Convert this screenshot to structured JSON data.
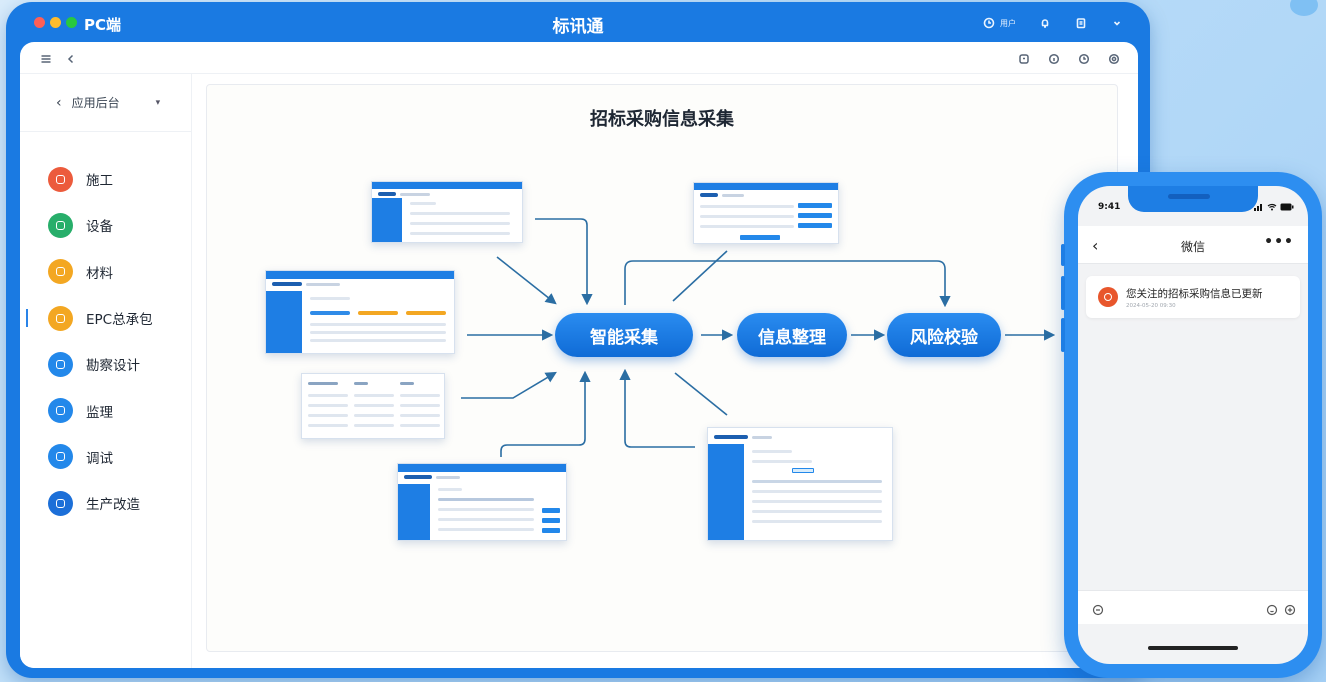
{
  "window": {
    "app_name": "PC端",
    "title": "标讯通",
    "controls": [
      "menu-icon",
      "back-icon",
      "refresh-icon",
      "info-icon",
      "clock-icon",
      "settings-icon"
    ],
    "titlebar_user": "用户",
    "traffic_colors": [
      "#ff5f57",
      "#febc2e",
      "#28c840"
    ]
  },
  "sidebar": {
    "header": "应用后台",
    "items": [
      {
        "label": "施工",
        "color": "#ec5b3c"
      },
      {
        "label": "设备",
        "color": "#27ae6a"
      },
      {
        "label": "材料",
        "color": "#f3a722"
      },
      {
        "label": "EPC总承包",
        "color": "#f3a722",
        "active": true
      },
      {
        "label": "勘察设计",
        "color": "#2388ea"
      },
      {
        "label": "监理",
        "color": "#2388ea"
      },
      {
        "label": "调试",
        "color": "#2388ea"
      },
      {
        "label": "生产改造",
        "color": "#1c6fd8"
      }
    ]
  },
  "diagram": {
    "title": "招标采购信息采集",
    "nodes": [
      "智能采集",
      "信息整理",
      "风险校验"
    ],
    "accent": "#1677e0"
  },
  "phone": {
    "time": "9:41",
    "chat_title": "微信",
    "more": "•••",
    "message": "您关注的招标采购信息已更新",
    "message_meta": "2024-05-20  09:30"
  }
}
